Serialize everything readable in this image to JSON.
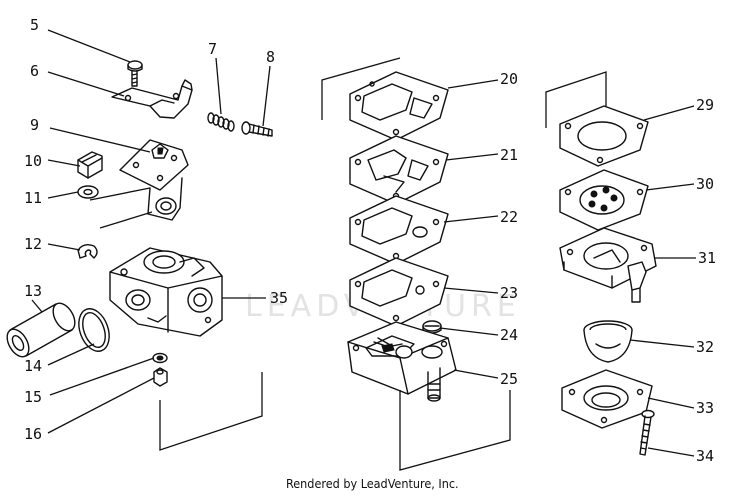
{
  "callouts": {
    "c5": "5",
    "c6": "6",
    "c7": "7",
    "c8": "8",
    "c9": "9",
    "c10": "10",
    "c11": "11",
    "c12": "12",
    "c13": "13",
    "c14": "14",
    "c15": "15",
    "c16": "16",
    "c20": "20",
    "c21": "21",
    "c22": "22",
    "c23": "23",
    "c24": "24",
    "c25": "25",
    "c29": "29",
    "c30": "30",
    "c31": "31",
    "c32": "32",
    "c33": "33",
    "c34": "34",
    "c35": "35"
  },
  "watermark": "LEADVENTURE",
  "credit": "Rendered by LeadVenture, Inc."
}
